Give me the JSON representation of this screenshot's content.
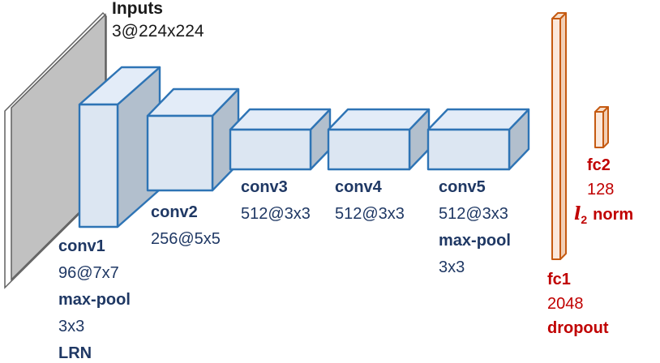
{
  "colors": {
    "black": "#1a1a1a",
    "navy": "#1f3864",
    "red": "#c00000",
    "gray_face": "#c1c1c1",
    "gray_stroke": "#616161",
    "white_face": "#ffffff",
    "box_front": "#dce6f2",
    "box_top": "#e3ecf8",
    "box_side": "#b2bfcd",
    "box_stroke": "#2e74b5",
    "fc_front": "#fbe8db",
    "fc_top": "#f7dfcb",
    "fc_side": "#f2cfb5",
    "fc_stroke": "#c55a11"
  },
  "input": {
    "title": "Inputs",
    "size": "3@224x224"
  },
  "layers": {
    "conv1": {
      "name": "conv1",
      "filters": "96@7x7",
      "pool_label": "max-pool",
      "pool_size": "3x3",
      "norm": "LRN"
    },
    "conv2": {
      "name": "conv2",
      "filters": "256@5x5"
    },
    "conv3": {
      "name": "conv3",
      "filters": "512@3x3"
    },
    "conv4": {
      "name": "conv4",
      "filters": "512@3x3"
    },
    "conv5": {
      "name": "conv5",
      "filters": "512@3x3",
      "pool_label": "max-pool",
      "pool_size": "3x3"
    },
    "fc1": {
      "name": "fc1",
      "units": "2048",
      "extra": "dropout"
    },
    "fc2": {
      "name": "fc2",
      "units": "128",
      "norm_prefix": "l",
      "norm_sub": "2",
      "norm_word": "norm"
    }
  }
}
